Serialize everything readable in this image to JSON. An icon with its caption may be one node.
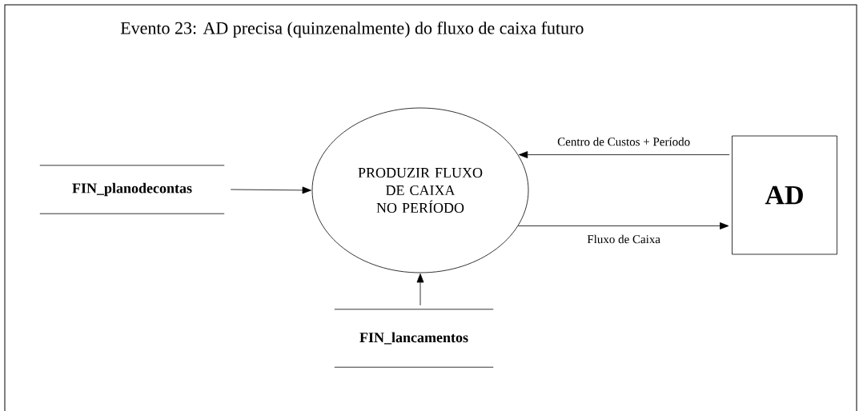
{
  "diagram": {
    "title": "Evento 23: AD precisa (quinzenalmente) do fluxo de caixa futuro",
    "nodes": [
      {
        "text": [
          "FIN_planodecontas"
        ]
      },
      {
        "text": [
          "PRODUZIR FLUXO DE CAIXA NO PERÍODO"
        ]
      },
      {
        "text": [
          "FIN_lancamentos"
        ]
      },
      {
        "text": [
          "AD"
        ]
      }
    ],
    "edges": [
      {
        "from": 0,
        "to": 1,
        "arrow": "to"
      },
      {
        "from": 3,
        "to": 1,
        "arrow": "to",
        "label": "Centro de Custos + Período"
      },
      {
        "from": 1,
        "to": 3,
        "arrow": "to",
        "label": "Fluxo de Caixa"
      },
      {
        "from": 2,
        "to": 1,
        "arrow": "to"
      }
    ]
  }
}
